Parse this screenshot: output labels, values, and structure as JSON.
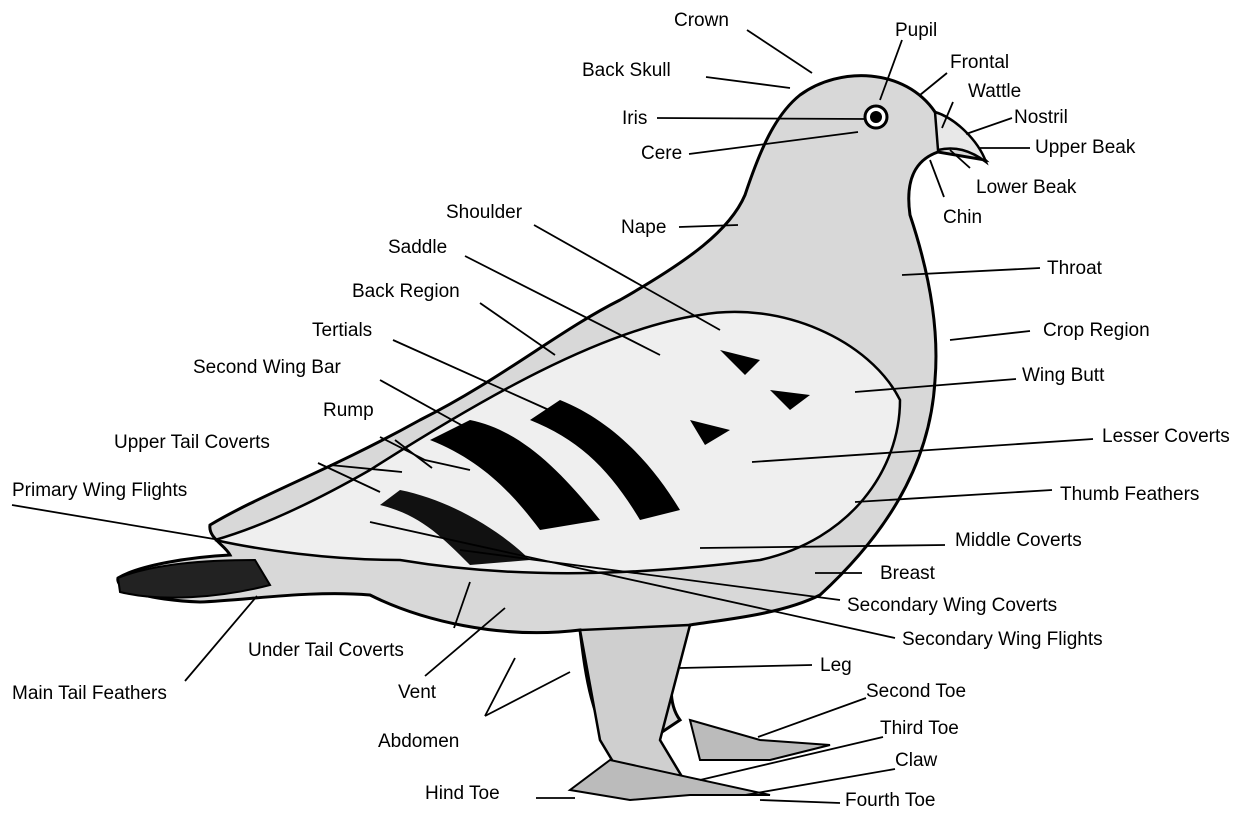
{
  "diagram": {
    "subject": "pigeon-anatomy",
    "labels": {
      "crown": "Crown",
      "pupil": "Pupil",
      "frontal": "Frontal",
      "wattle": "Wattle",
      "back_skull": "Back Skull",
      "nostril": "Nostril",
      "iris": "Iris",
      "upper_beak": "Upper Beak",
      "cere": "Cere",
      "lower_beak": "Lower Beak",
      "chin": "Chin",
      "shoulder": "Shoulder",
      "nape": "Nape",
      "saddle": "Saddle",
      "throat": "Throat",
      "back_region": "Back Region",
      "tertials": "Tertials",
      "crop_region": "Crop Region",
      "second_wing_bar": "Second Wing Bar",
      "wing_butt": "Wing Butt",
      "rump": "Rump",
      "lesser_coverts": "Lesser Coverts",
      "upper_tail_coverts": "Upper Tail Coverts",
      "primary_wing_flights": "Primary Wing Flights",
      "thumb_feathers": "Thumb Feathers",
      "middle_coverts": "Middle Coverts",
      "breast": "Breast",
      "secondary_wing_coverts": "Secondary Wing Coverts",
      "secondary_wing_flights": "Secondary Wing Flights",
      "under_tail_coverts": "Under Tail Coverts",
      "leg": "Leg",
      "main_tail_feathers": "Main Tail Feathers",
      "vent": "Vent",
      "second_toe": "Second Toe",
      "abdomen": "Abdomen",
      "third_toe": "Third Toe",
      "claw": "Claw",
      "hind_toe": "Hind Toe",
      "fourth_toe": "Fourth Toe"
    }
  }
}
